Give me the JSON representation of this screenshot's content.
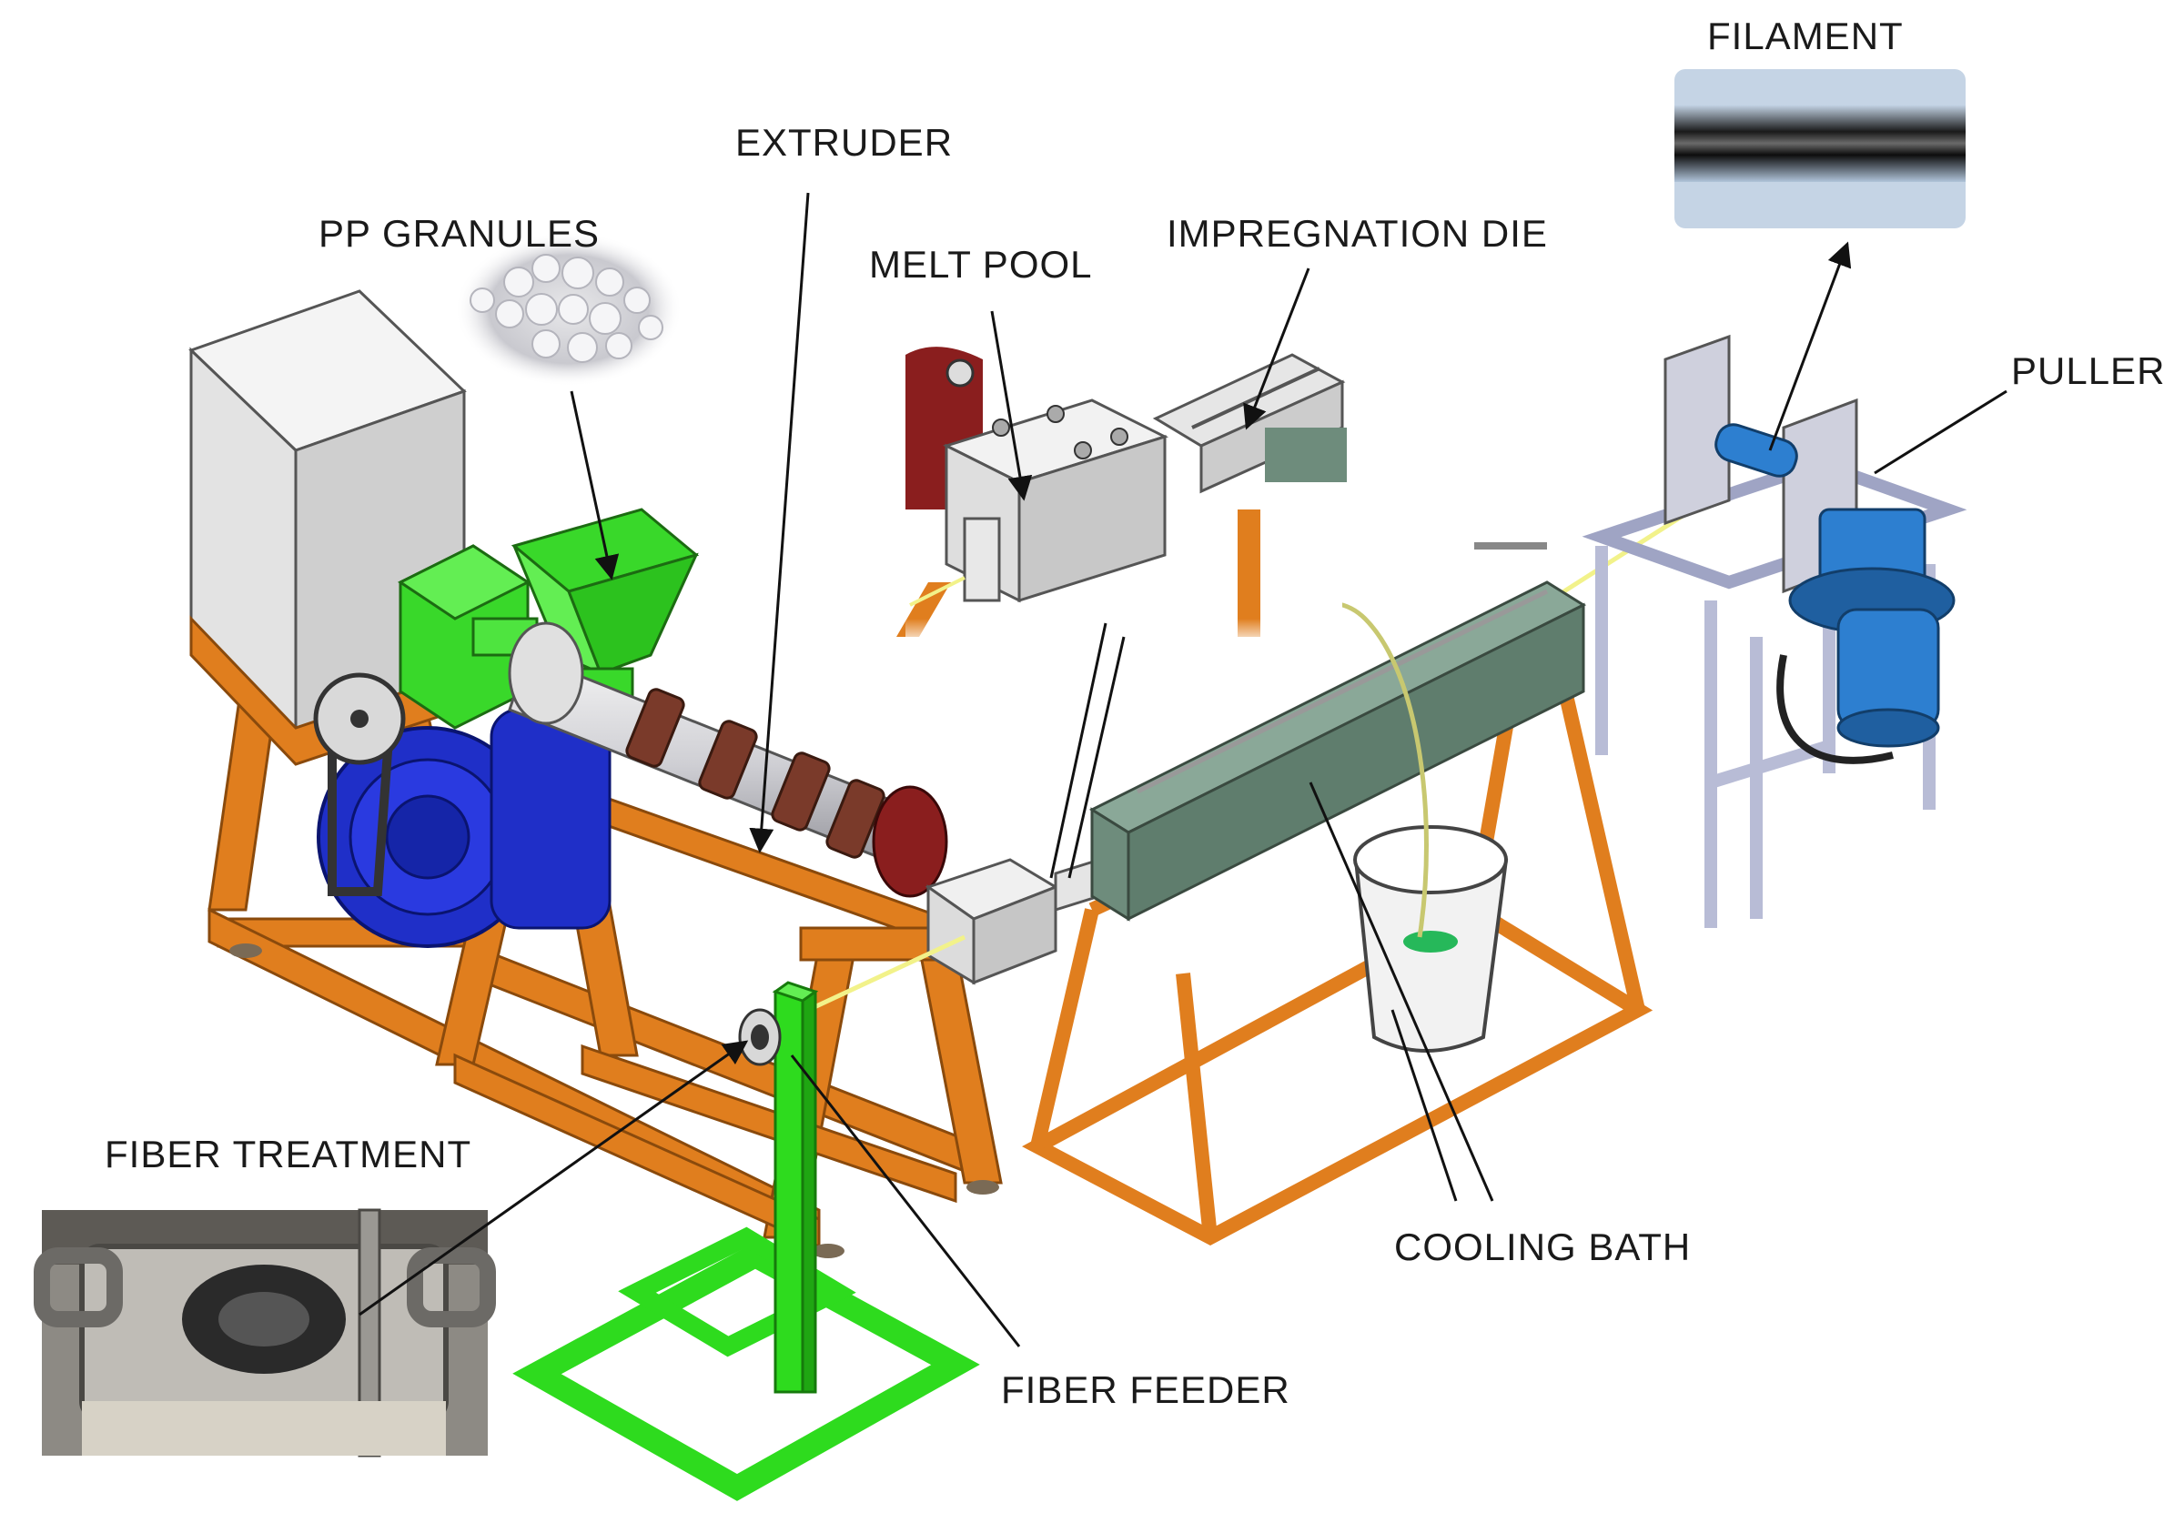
{
  "labels": {
    "filament": "FILAMENT",
    "extruder": "EXTRUDER",
    "pp_granules": "PP GRANULES",
    "melt_pool": "MELT POOL",
    "impregnation_die": "IMPREGNATION DIE",
    "puller": "PULLER",
    "fiber_treatment": "FIBER TREATMENT",
    "cooling_bath": "COOLING BATH",
    "fiber_feeder": "FIBER FEEDER"
  },
  "colors": {
    "frame_orange": "#E07E1E",
    "frame_orange_dark": "#B35F10",
    "feeder_green": "#2EDB1E",
    "motor_blue": "#1F2FC8",
    "panel_gray": "#E6E6E6",
    "bath_green": "#6E8C7C",
    "puller_blue": "#2D7FD0",
    "puller_frame": "#B8BCD6",
    "fiber_yellow": "#F2F28A",
    "extruder_red": "#8A1E1E"
  }
}
